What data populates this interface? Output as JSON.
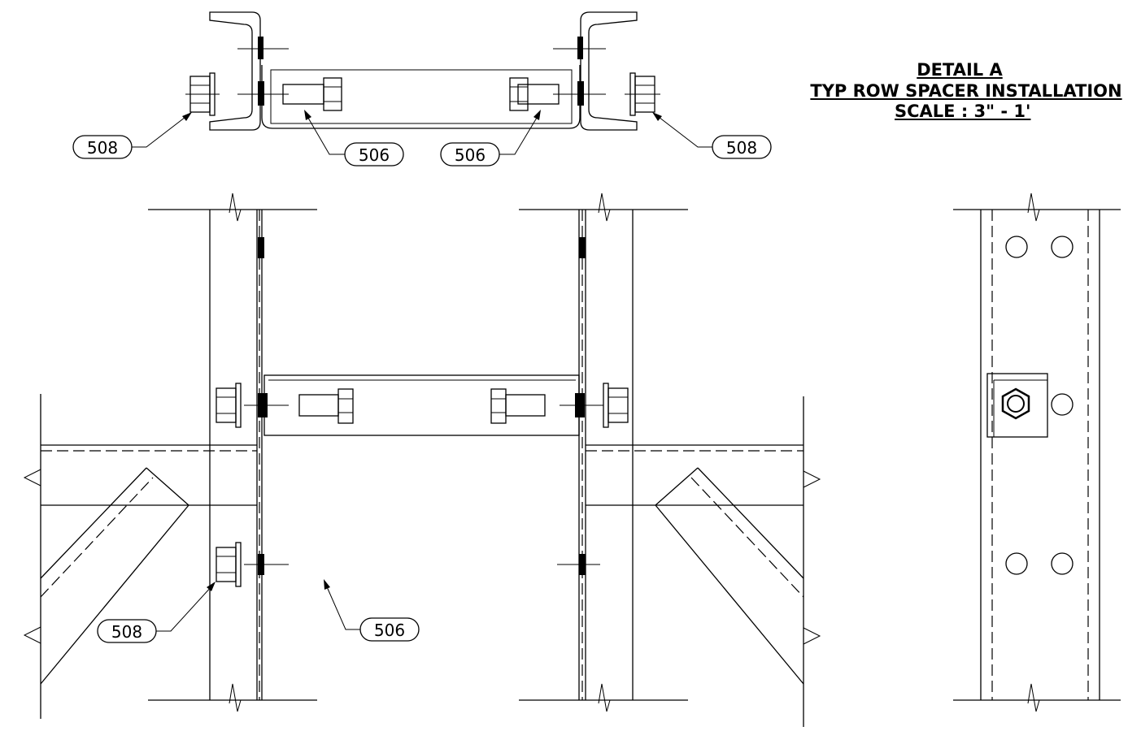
{
  "detail": {
    "title": "DETAIL A",
    "subtitle": "TYP ROW SPACER INSTALLATION",
    "scale": "SCALE : 3\" - 1'"
  },
  "callouts": {
    "top_left_bolt": "508",
    "top_left_spacer": "506",
    "top_right_spacer": "506",
    "top_right_bolt": "508",
    "front_bolt": "508",
    "front_spacer": "506"
  }
}
